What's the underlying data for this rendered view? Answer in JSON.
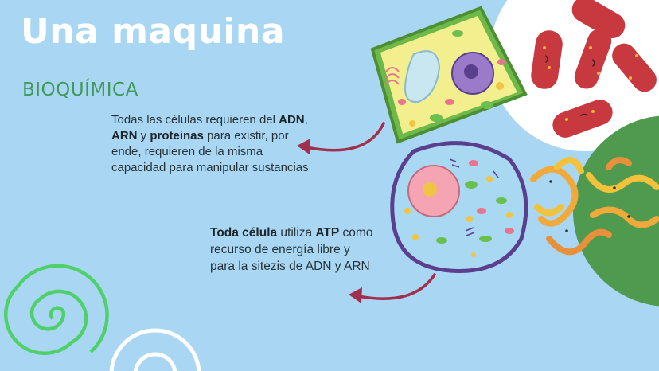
{
  "slide": {
    "title": "Una maquina",
    "subtitle": "BIOQUÍMICA",
    "paragraph1": {
      "t1": "Todas las células requieren del ",
      "b1": "ADN",
      "t2": ", ",
      "b2": "ARN",
      "t3": " y ",
      "b3": "proteinas",
      "t4": " para existir, por ende, requieren de la misma capacidad para manipular sustancias"
    },
    "paragraph2": {
      "b1": "Toda célula",
      "t1": " utiliza ",
      "b2": "ATP",
      "t2": " como recurso de energía libre y para la sitezis de ADN y ARN"
    }
  },
  "colors": {
    "background": "#a9d7f3",
    "title": "#ffffff",
    "subtitle": "#3f9a5a",
    "arrow": "#a0304e",
    "plant_cell": "#f3ef8e",
    "animal_cell_border": "#5a3f8f",
    "bacteria": "#c8393f",
    "spiral": "#4fd06a"
  },
  "icons": [
    "plant-cell-illustration",
    "animal-cell-illustration",
    "bacteria-illustration",
    "worm-cells-illustration",
    "spiral-decoration",
    "curved-arrow-icon"
  ]
}
